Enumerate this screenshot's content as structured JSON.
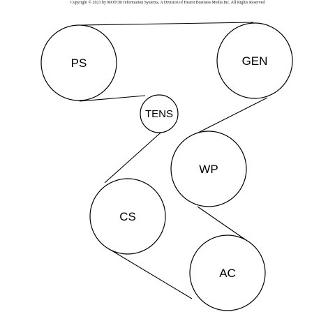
{
  "header": {
    "copyright": "Copyright © 2023 by MOTOR Information Systems, A Division of Hearst Business Media Inc. All Rights Reserved"
  },
  "diagram": {
    "pulleys": [
      {
        "id": "ps",
        "label": "PS"
      },
      {
        "id": "gen",
        "label": "GEN"
      },
      {
        "id": "tens",
        "label": "TENS"
      },
      {
        "id": "wp",
        "label": "WP"
      },
      {
        "id": "cs",
        "label": "CS"
      },
      {
        "id": "ac",
        "label": "AC"
      }
    ]
  }
}
